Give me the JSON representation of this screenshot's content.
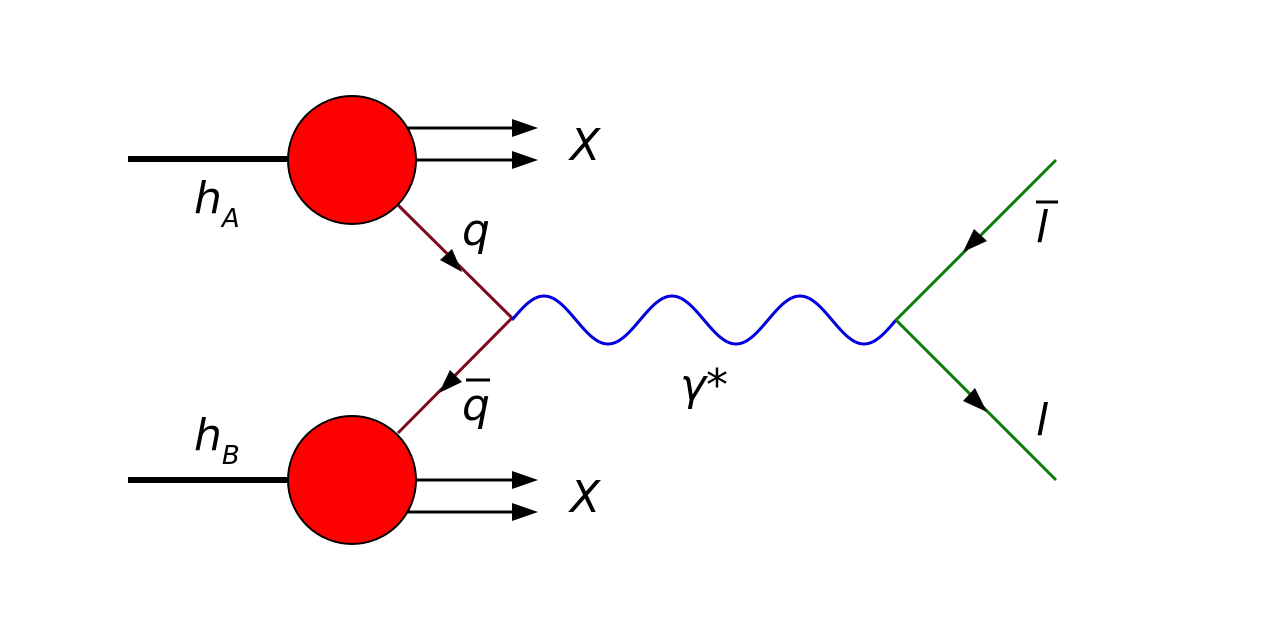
{
  "hadrons": {
    "top": {
      "base": "h",
      "sub": "A"
    },
    "bottom": {
      "base": "h",
      "sub": "B"
    }
  },
  "remnants": {
    "top": "X",
    "bottom": "X"
  },
  "quark": "q",
  "antiquark": "q",
  "photon": "γ*",
  "lepton": "l",
  "antilepton": "l",
  "colors": {
    "hadron_blob": "#ff0000",
    "quark_line": "#7b0a1e",
    "photon_line": "#0000e0",
    "lepton_line": "#0a7d0a",
    "ink": "#000000"
  }
}
